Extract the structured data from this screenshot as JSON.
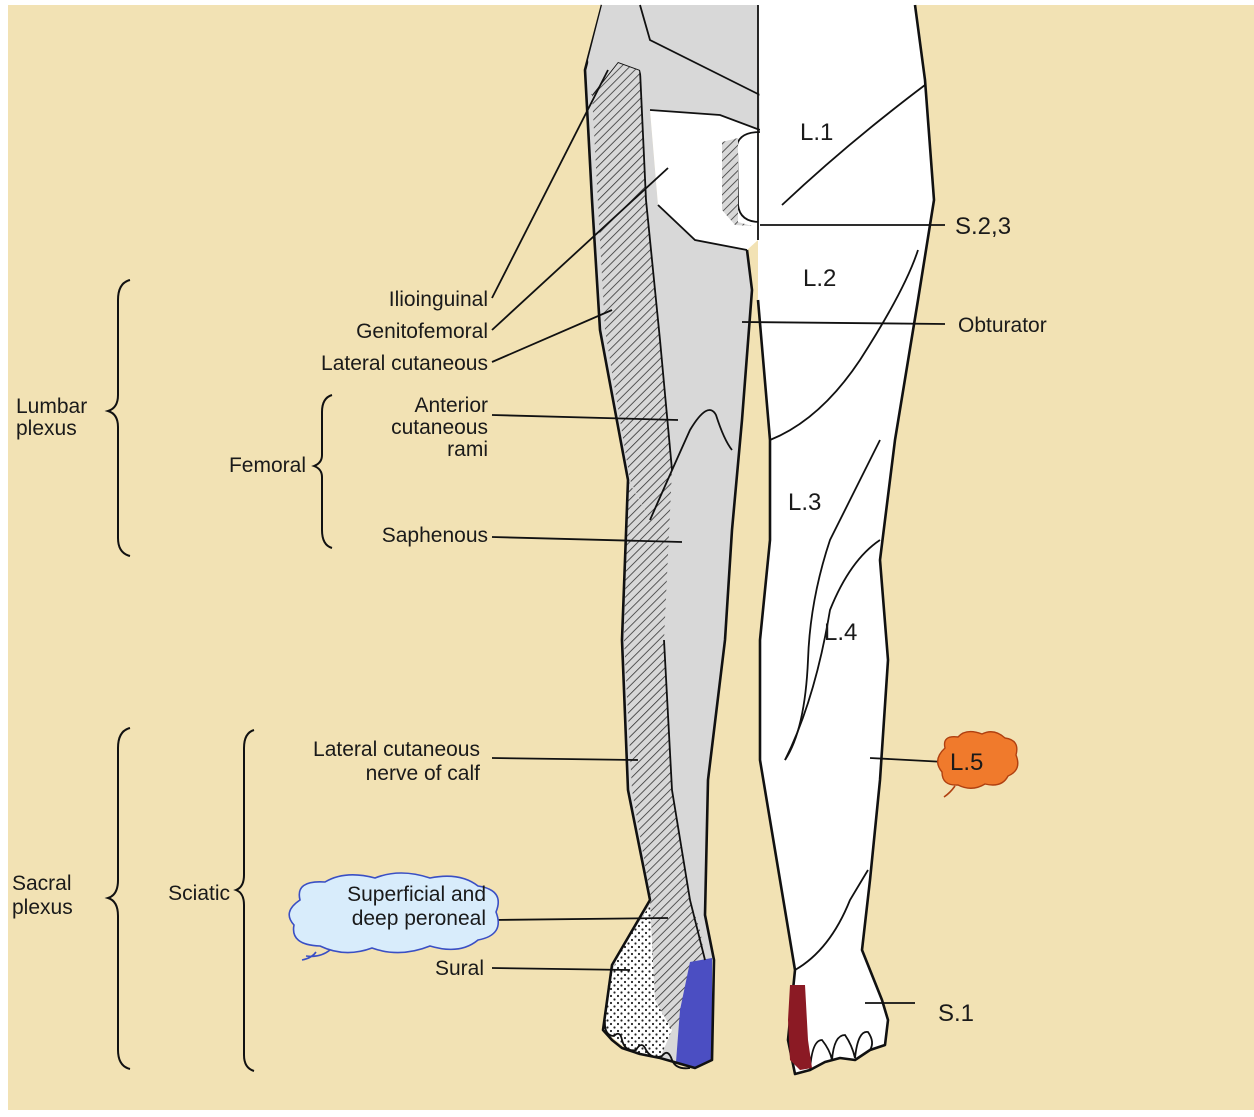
{
  "colors": {
    "background": "#f2e2b4",
    "skin": "#ffffff",
    "femoral_region": "#d8d8d8",
    "sural_highlight": "#4b4ec2",
    "s1_highlight": "#8b1a24",
    "l5_callout": "#f07a2c",
    "peroneal_callout": "#d8ecfb"
  },
  "left_labels": {
    "ilioinguinal": "Ilioinguinal",
    "genitofemoral": "Genitofemoral",
    "lateral_cutaneous": "Lateral cutaneous",
    "anterior_cutaneous_rami": [
      "Anterior",
      "cutaneous",
      "rami"
    ],
    "femoral": "Femoral",
    "saphenous": "Saphenous",
    "lumbar_plexus": [
      "Lumbar",
      "plexus"
    ],
    "lateral_cutaneous_nerve_of_calf": [
      "Lateral cutaneous",
      "nerve of calf"
    ],
    "sciatic": "Sciatic",
    "superficial_and_deep_peroneal": [
      "Superficial and",
      "deep peroneal"
    ],
    "sural": "Sural",
    "sacral_plexus": [
      "Sacral",
      "plexus"
    ]
  },
  "right_labels": {
    "s23": "S.2,3",
    "obturator": "Obturator",
    "s1": "S.1"
  },
  "segments": {
    "l1": "L.1",
    "l2": "L.2",
    "l3": "L.3",
    "l4": "L.4",
    "l5": "L.5"
  }
}
